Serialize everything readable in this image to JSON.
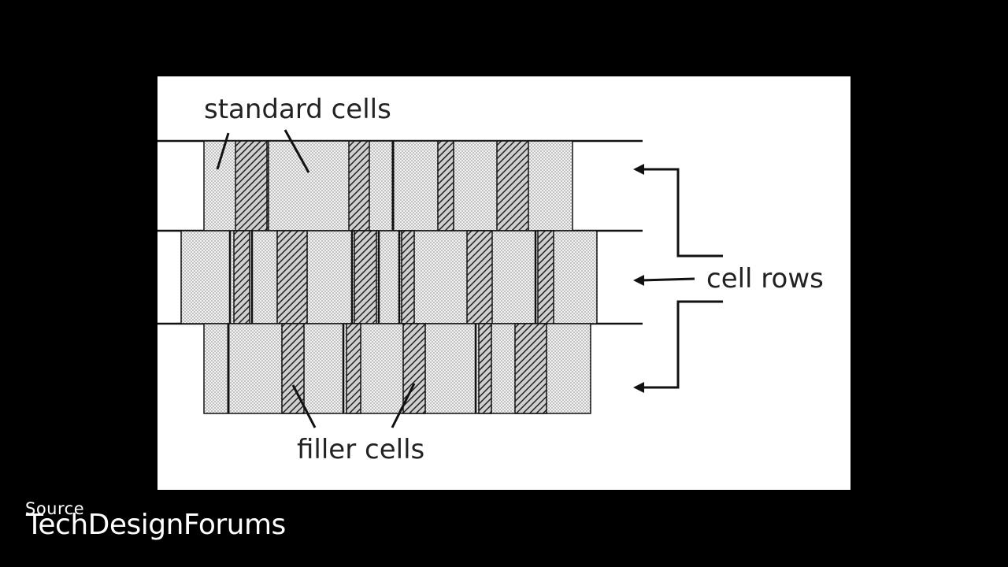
{
  "diagram": {
    "labels": {
      "standard_cells": "standard cells",
      "cell_rows": "cell rows",
      "filler_cells": "filler cells"
    },
    "colors": {
      "background": "#000000",
      "panel": "#ffffff",
      "ink": "#111111"
    }
  },
  "source": {
    "caption": "Source",
    "name": "TechDesignForums"
  }
}
